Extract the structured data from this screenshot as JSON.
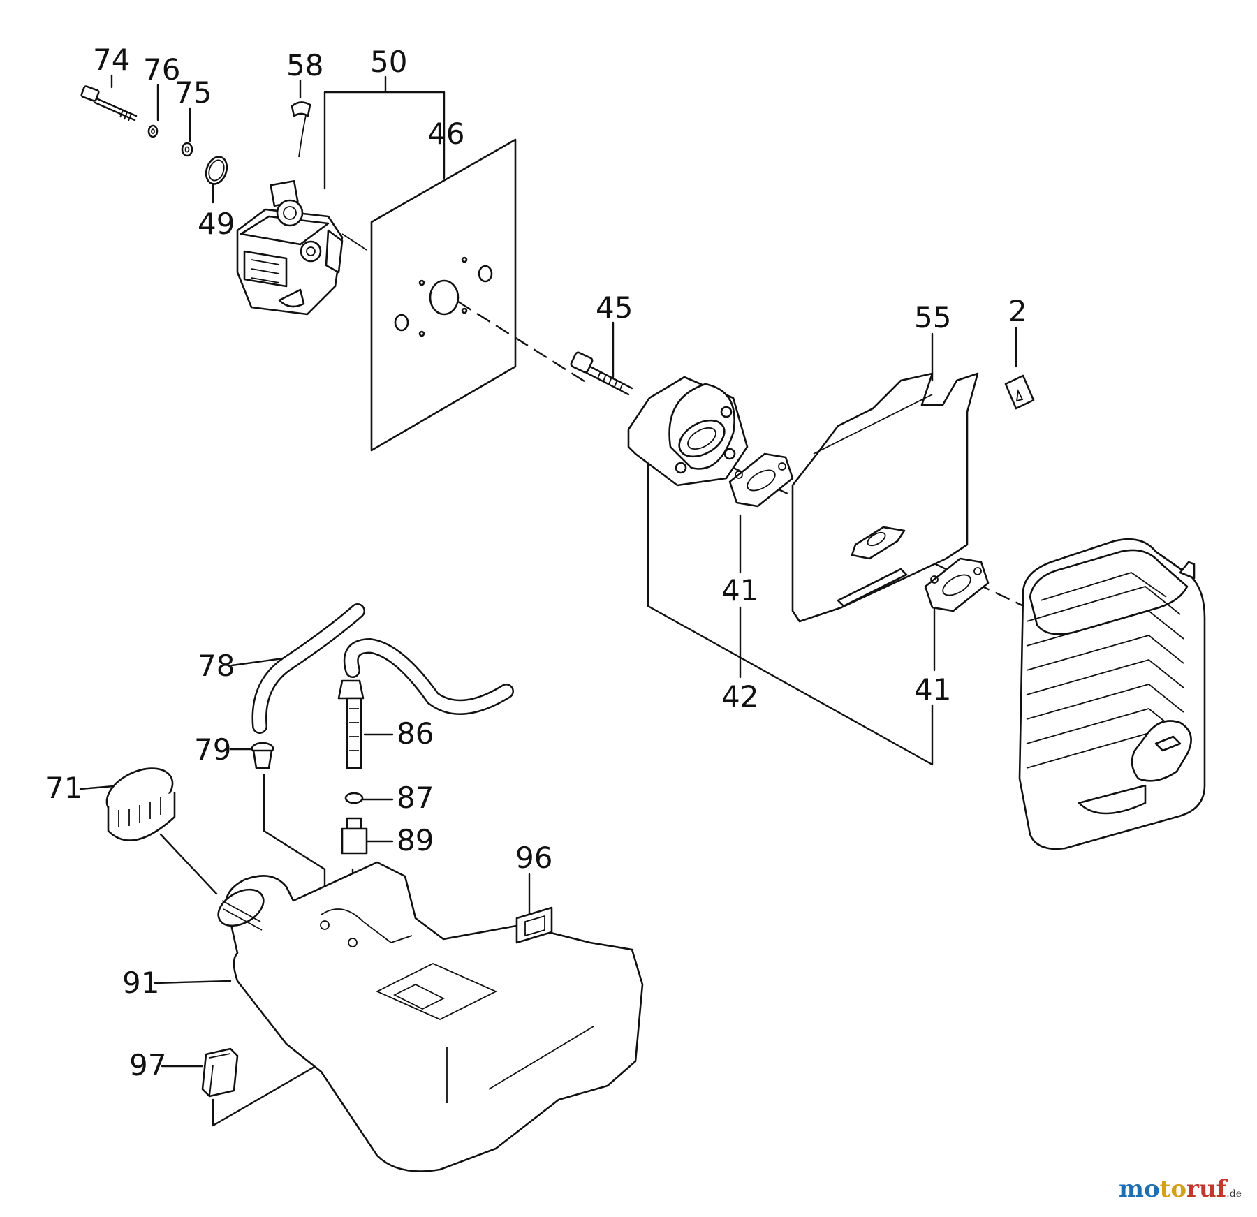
{
  "labels": {
    "p2": "2",
    "p41a": "41",
    "p41b": "41",
    "p42": "42",
    "p45": "45",
    "p46": "46",
    "p49": "49",
    "p50": "50",
    "p55": "55",
    "p58": "58",
    "p71": "71",
    "p74": "74",
    "p75": "75",
    "p76": "76",
    "p78": "78",
    "p79": "79",
    "p86": "86",
    "p87": "87",
    "p89": "89",
    "p91": "91",
    "p96": "96",
    "p97": "97"
  },
  "watermark": {
    "part1": "mo",
    "part2": "to",
    "part3": "ruf",
    "tld": ".de"
  }
}
